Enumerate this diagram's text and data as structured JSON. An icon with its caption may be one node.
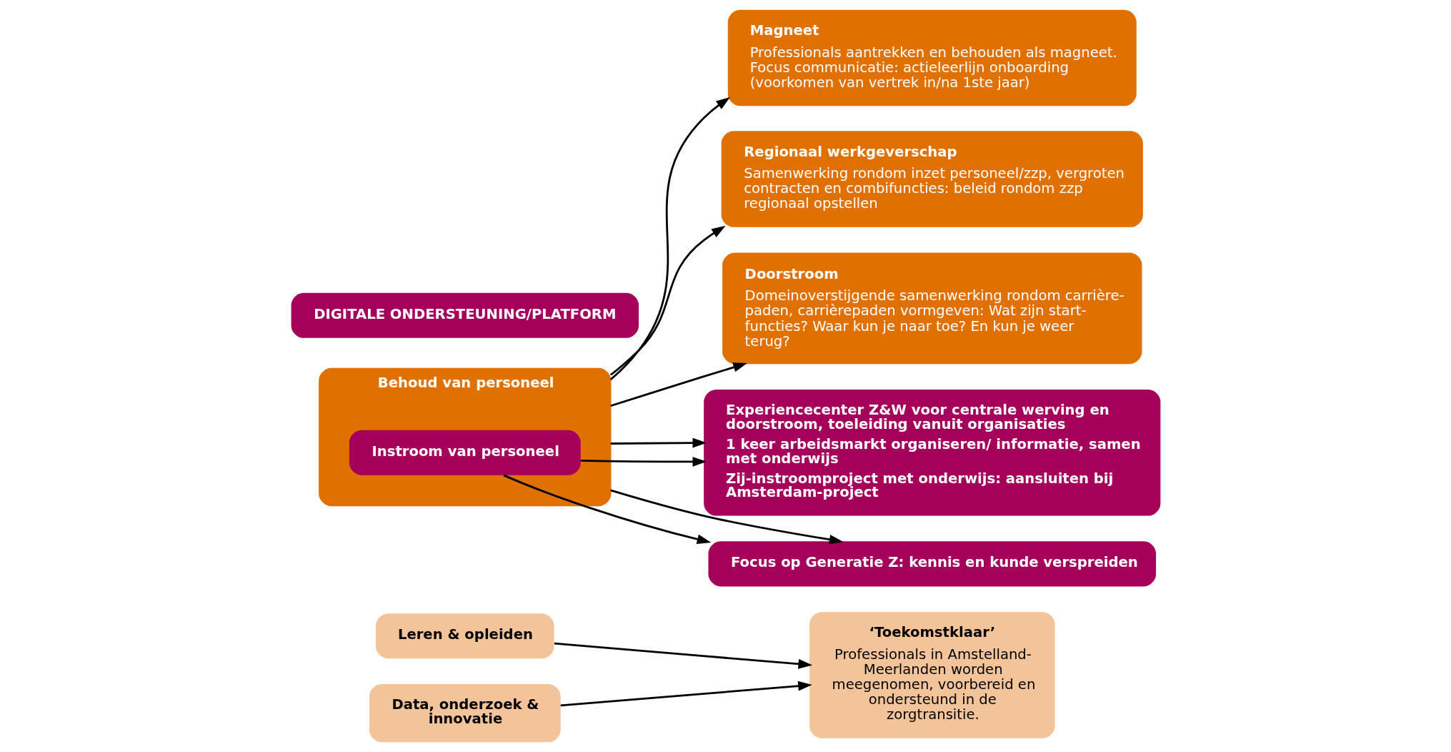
{
  "diagram": {
    "nodes": [
      {
        "text": [
          "Leren & opleiden"
        ]
      },
      {
        "text": [
          "‘Toekomstklaar’",
          "Professionals in Amstelland-Meerlanden worden meegenomen, voorbereid en ondersteund in de zorgtransitie."
        ]
      },
      {
        "text": [
          "Data, onderzoek & innovatie"
        ]
      },
      {
        "text": [
          "Behoud van personeel"
        ]
      },
      {
        "text": [
          "Instroom van personeel"
        ],
        "in": 3
      },
      {
        "text": [
          "Magneet",
          "Professionals aantrekken en behouden als magneet. Focus communicatie: actieleerlijn onboarding (voorkomen van vertrek in/na 1ste jaar)"
        ]
      },
      {
        "text": [
          "Regionaal werkgeverschap",
          "Samenwerking rondom inzet personeel/zzp, vergroten contracten en combifuncties: beleid rondom zzp regionaal opstellen"
        ]
      },
      {
        "text": [
          "Doorstroom",
          "Domeinoverstijgende samenwerking rondom carrière-paden, carrièrepaden vormgeven: Wat zijn start-functies? Waar kun je naar toe? En kun je weer terug?"
        ]
      },
      {
        "text": [
          "Experiencecenter Z&W voor centrale werving en doorstroom, toeleiding vanuit organisaties",
          "1 keer arbeidsmarkt organiseren/ informatie, samen met onderwijs",
          "Zij-instroomproject met onderwijs: aansluiten bij Amsterdam-project"
        ]
      },
      {
        "text": [
          "Focus op Generatie Z: kennis en kunde verspreiden"
        ]
      },
      {
        "text": [
          "DIGITALE ONDERSTEUNING/PLATFORM"
        ]
      }
    ],
    "edges": [
      {
        "from": 0,
        "to": 1,
        "arrow": "to"
      },
      {
        "from": 2,
        "to": 1,
        "arrow": "to"
      },
      {
        "from": 3,
        "to": 5,
        "arrow": "to"
      },
      {
        "from": 3,
        "to": 6,
        "arrow": "to"
      },
      {
        "from": 3,
        "to": 7,
        "arrow": "to"
      },
      {
        "from": 4,
        "to": 8,
        "arrow": "to"
      },
      {
        "from": 3,
        "to": 8,
        "arrow": "to"
      },
      {
        "from": 4,
        "to": 9,
        "arrow": "to"
      },
      {
        "from": 3,
        "to": 9,
        "arrow": "to"
      }
    ]
  }
}
